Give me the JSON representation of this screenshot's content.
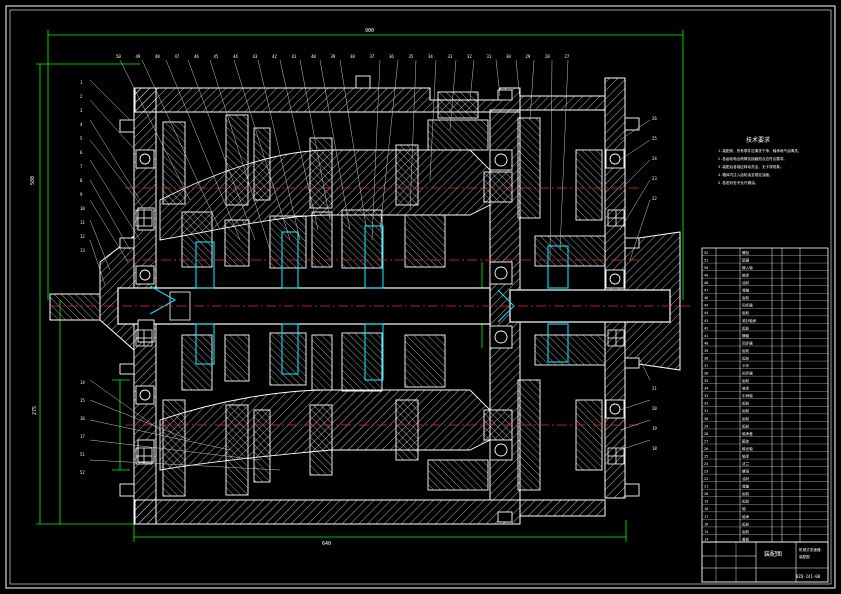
{
  "drawing": {
    "title": "装配图",
    "subtitle_lines": [
      "机械式变速器",
      "装配图"
    ],
    "drawing_no": "BZQ-241-00",
    "tech_requirements_title": "技术要求",
    "tech_requirements": [
      "1.装配前，所有零件应清洗干净，轴承用汽油清洗。",
      "2.各齿轮啮合侧隙及接触斑点应符合要求。",
      "3.装配后各轴应转动灵活，无卡滞现象。",
      "4.箱体内注入齿轮油至规定油面。",
      "5.各密封处不允许漏油。"
    ],
    "dimensions": {
      "overall_length": "900",
      "overall_height": "580",
      "lower_height": "275",
      "bottom_length": "640"
    },
    "balloons_top": [
      "50",
      "49",
      "48",
      "47",
      "46",
      "45",
      "44",
      "43",
      "42",
      "41",
      "40",
      "39",
      "38",
      "37",
      "36",
      "35",
      "34",
      "33",
      "32",
      "31",
      "30",
      "29",
      "28",
      "27"
    ],
    "balloons_left": [
      "1",
      "2",
      "3",
      "4",
      "5",
      "6",
      "7",
      "8",
      "9",
      "10",
      "11",
      "12",
      "13"
    ],
    "balloons_right": [
      "26",
      "25",
      "24",
      "23",
      "22",
      "21",
      "20",
      "19",
      "18"
    ],
    "balloons_lower_left": [
      "14",
      "15",
      "16",
      "17",
      "51",
      "52"
    ]
  },
  "bom": {
    "rows": [
      {
        "no": "52",
        "name": "螺栓"
      },
      {
        "no": "51",
        "name": "垫圈"
      },
      {
        "no": "50",
        "name": "输入轴"
      },
      {
        "no": "49",
        "name": "轴承"
      },
      {
        "no": "48",
        "name": "油封"
      },
      {
        "no": "47",
        "name": "端盖"
      },
      {
        "no": "46",
        "name": "齿轮"
      },
      {
        "no": "45",
        "name": "同步器"
      },
      {
        "no": "44",
        "name": "齿轮"
      },
      {
        "no": "43",
        "name": "滚针轴承"
      },
      {
        "no": "42",
        "name": "齿轮"
      },
      {
        "no": "41",
        "name": "隔套"
      },
      {
        "no": "40",
        "name": "同步器"
      },
      {
        "no": "39",
        "name": "齿轮"
      },
      {
        "no": "38",
        "name": "齿轮"
      },
      {
        "no": "37",
        "name": "卡环"
      },
      {
        "no": "36",
        "name": "同步器"
      },
      {
        "no": "35",
        "name": "齿轮"
      },
      {
        "no": "34",
        "name": "轴承"
      },
      {
        "no": "33",
        "name": "中间轴"
      },
      {
        "no": "32",
        "name": "齿轮"
      },
      {
        "no": "31",
        "name": "齿轮"
      },
      {
        "no": "30",
        "name": "齿轮"
      },
      {
        "no": "29",
        "name": "齿轮"
      },
      {
        "no": "28",
        "name": "轴承盖"
      },
      {
        "no": "27",
        "name": "箱体"
      },
      {
        "no": "26",
        "name": "输出轴"
      },
      {
        "no": "25",
        "name": "轴承"
      },
      {
        "no": "24",
        "name": "法兰"
      },
      {
        "no": "23",
        "name": "螺母"
      },
      {
        "no": "22",
        "name": "油封"
      },
      {
        "no": "21",
        "name": "端盖"
      },
      {
        "no": "20",
        "name": "齿轮"
      },
      {
        "no": "19",
        "name": "齿轮"
      },
      {
        "no": "18",
        "name": "轴"
      },
      {
        "no": "17",
        "name": "轴承"
      },
      {
        "no": "16",
        "name": "齿轮"
      },
      {
        "no": "15",
        "name": "齿轮"
      },
      {
        "no": "14",
        "name": "盖板"
      }
    ]
  },
  "colors": {
    "background": "#000000",
    "line": "#ffffff",
    "dimension": "#00ff00",
    "centerline": "#ff2020",
    "highlight": "#00e5ff",
    "leader": "#c0c0c0"
  }
}
